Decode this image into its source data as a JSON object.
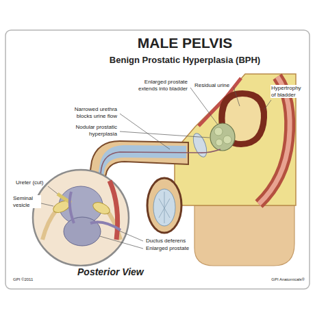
{
  "diagram": {
    "title": "MALE PELVIS",
    "labels": [
      "Benign Prostatic Hyperplasia (BPH)",
      "Enlarged prostate extends into bladder",
      "Residual urine",
      "Hypertrophy of bladder",
      "Narrowed urethra blocks urine flow",
      "Nodular prostatic hyperplasia",
      "Ureter (cut)",
      "Seminal vesicle",
      "Ductus deferens",
      "Enlarged prostate",
      "Posterior View",
      "GPI ©2011",
      "GPI Anatomicals®"
    ]
  }
}
